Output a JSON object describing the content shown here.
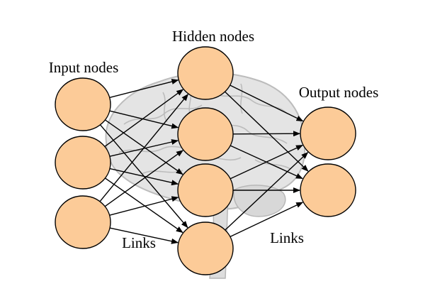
{
  "labels": {
    "input": "Input nodes",
    "hidden": "Hidden nodes",
    "output": "Output nodes",
    "links_left": "Links",
    "links_right": "Links"
  },
  "layers": {
    "input": 3,
    "hidden": 4,
    "output": 2
  },
  "colors": {
    "node_fill": "#FCCB98",
    "node_stroke": "#000000",
    "link": "#000000",
    "brain_fill": "#E2E2E2",
    "brain_stroke": "#B5B5B5"
  },
  "background_image": "brain-silhouette"
}
